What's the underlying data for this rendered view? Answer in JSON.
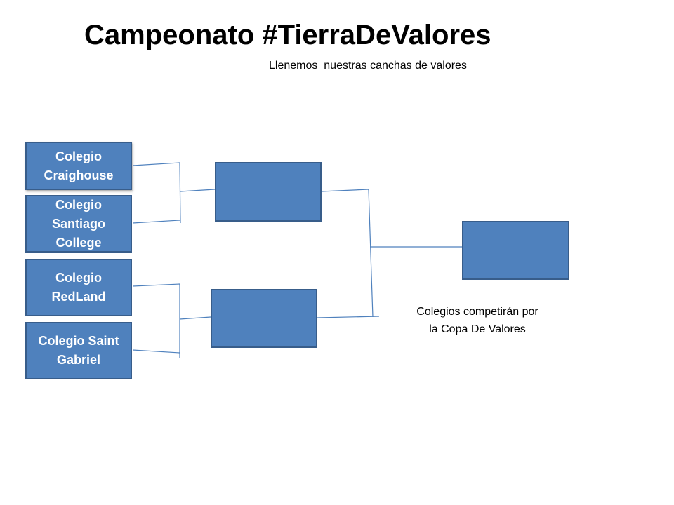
{
  "title": "Campeonato #TierraDeValores",
  "subtitle": "Llenemos  nuestras canchas de valores",
  "teams": [
    {
      "name": "Colegio Craighouse"
    },
    {
      "name": "Colegio Santiago College"
    },
    {
      "name": "Colegio RedLand"
    },
    {
      "name": "Colegio Saint Gabriel"
    }
  ],
  "teams_lines": [
    [
      "Colegio",
      "Craighouse"
    ],
    [
      "Colegio",
      "Santiago",
      "College"
    ],
    [
      "Colegio",
      "RedLand"
    ],
    [
      "Colegio Saint",
      "Gabriel"
    ]
  ],
  "caption_lines": [
    "Colegios competirán por",
    "la Copa De Valores"
  ],
  "colors": {
    "box_fill": "#4f81bd",
    "box_border": "#385d8a",
    "connector": "#4f81bd",
    "box_text": "#ffffff"
  }
}
